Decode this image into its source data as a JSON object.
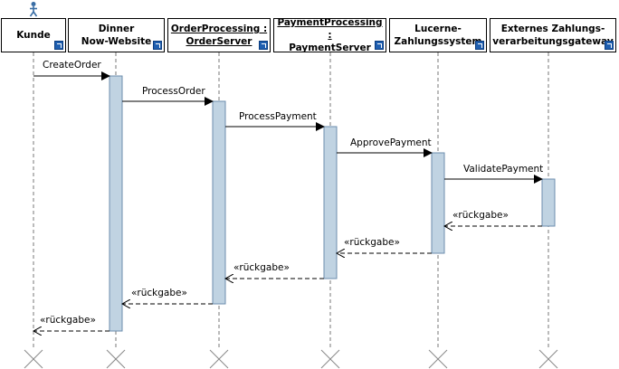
{
  "diagram": {
    "lifelines": [
      {
        "id": "kunde",
        "label": "Kunde",
        "underline": false,
        "actor": true
      },
      {
        "id": "website",
        "label": "Dinner\nNow-Website",
        "underline": false,
        "actor": false
      },
      {
        "id": "orderserver",
        "label": "OrderProcessing :\nOrderServer",
        "underline": true,
        "actor": false
      },
      {
        "id": "paymentserver",
        "label": "PaymentProcessing :\nPaymentServer",
        "underline": true,
        "actor": false
      },
      {
        "id": "lucerne",
        "label": "Lucerne-\nZahlungssystem",
        "underline": false,
        "actor": false
      },
      {
        "id": "gateway",
        "label": "Externes Zahlungs-\nverarbeitungsgateway",
        "underline": false,
        "actor": false
      }
    ],
    "messages": [
      {
        "label": "CreateOrder",
        "from": 0,
        "to": 1,
        "type": "call"
      },
      {
        "label": "ProcessOrder",
        "from": 1,
        "to": 2,
        "type": "call"
      },
      {
        "label": "ProcessPayment",
        "from": 2,
        "to": 3,
        "type": "call"
      },
      {
        "label": "ApprovePayment",
        "from": 3,
        "to": 4,
        "type": "call"
      },
      {
        "label": "ValidatePayment",
        "from": 4,
        "to": 5,
        "type": "call"
      },
      {
        "label": "«rückgabe»",
        "from": 5,
        "to": 4,
        "type": "return"
      },
      {
        "label": "«rückgabe»",
        "from": 4,
        "to": 3,
        "type": "return"
      },
      {
        "label": "«rückgabe»",
        "from": 3,
        "to": 2,
        "type": "return"
      },
      {
        "label": "«rückgabe»",
        "from": 2,
        "to": 1,
        "type": "return"
      },
      {
        "label": "«rückgabe»",
        "from": 1,
        "to": 0,
        "type": "return"
      }
    ],
    "colors": {
      "activation_fill": "#c0d3e2",
      "activation_stroke": "#6c8eae",
      "shortcut_icon": "#1f5fb0",
      "line": "#000000"
    }
  }
}
